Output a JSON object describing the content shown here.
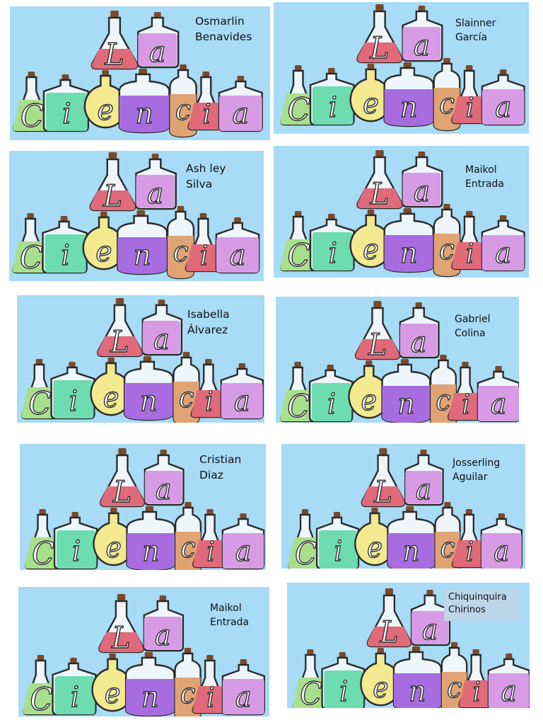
{
  "colors": {
    "card_bg": "#a7dbf6",
    "flask_red": "#e06a7a",
    "bottle_violet": "#d79be6",
    "flask_green": "#a8df8c",
    "bottle_teal": "#6ddcb0",
    "flask_yellow": "#f3e98f",
    "jar_purple": "#a76de0",
    "bottle_orange": "#e0a373",
    "glass_outline": "#2b2b2b",
    "cork": "#7a4a2a"
  },
  "banner": {
    "row1_letters": [
      "L",
      "a"
    ],
    "row2_letters": [
      "C",
      "i",
      "e",
      "n",
      "c",
      "i",
      "a"
    ]
  },
  "cards": [
    {
      "first": "Osmarlin",
      "last": "Benavides"
    },
    {
      "first": "Slainner",
      "last": "García"
    },
    {
      "first": "Ash ley",
      "last": "Silva"
    },
    {
      "first": "Maikol",
      "last": "Entrada"
    },
    {
      "first": "Isabella",
      "last": "Álvarez"
    },
    {
      "first": "Gabriel",
      "last": "Colina"
    },
    {
      "first": "Cristian",
      "last": "Diaz"
    },
    {
      "first": "Josserling",
      "last": "Aguilar"
    },
    {
      "first": "Maikol",
      "last": "Entrada"
    },
    {
      "first": "Chiquinquira",
      "last": "Chirinos"
    }
  ]
}
